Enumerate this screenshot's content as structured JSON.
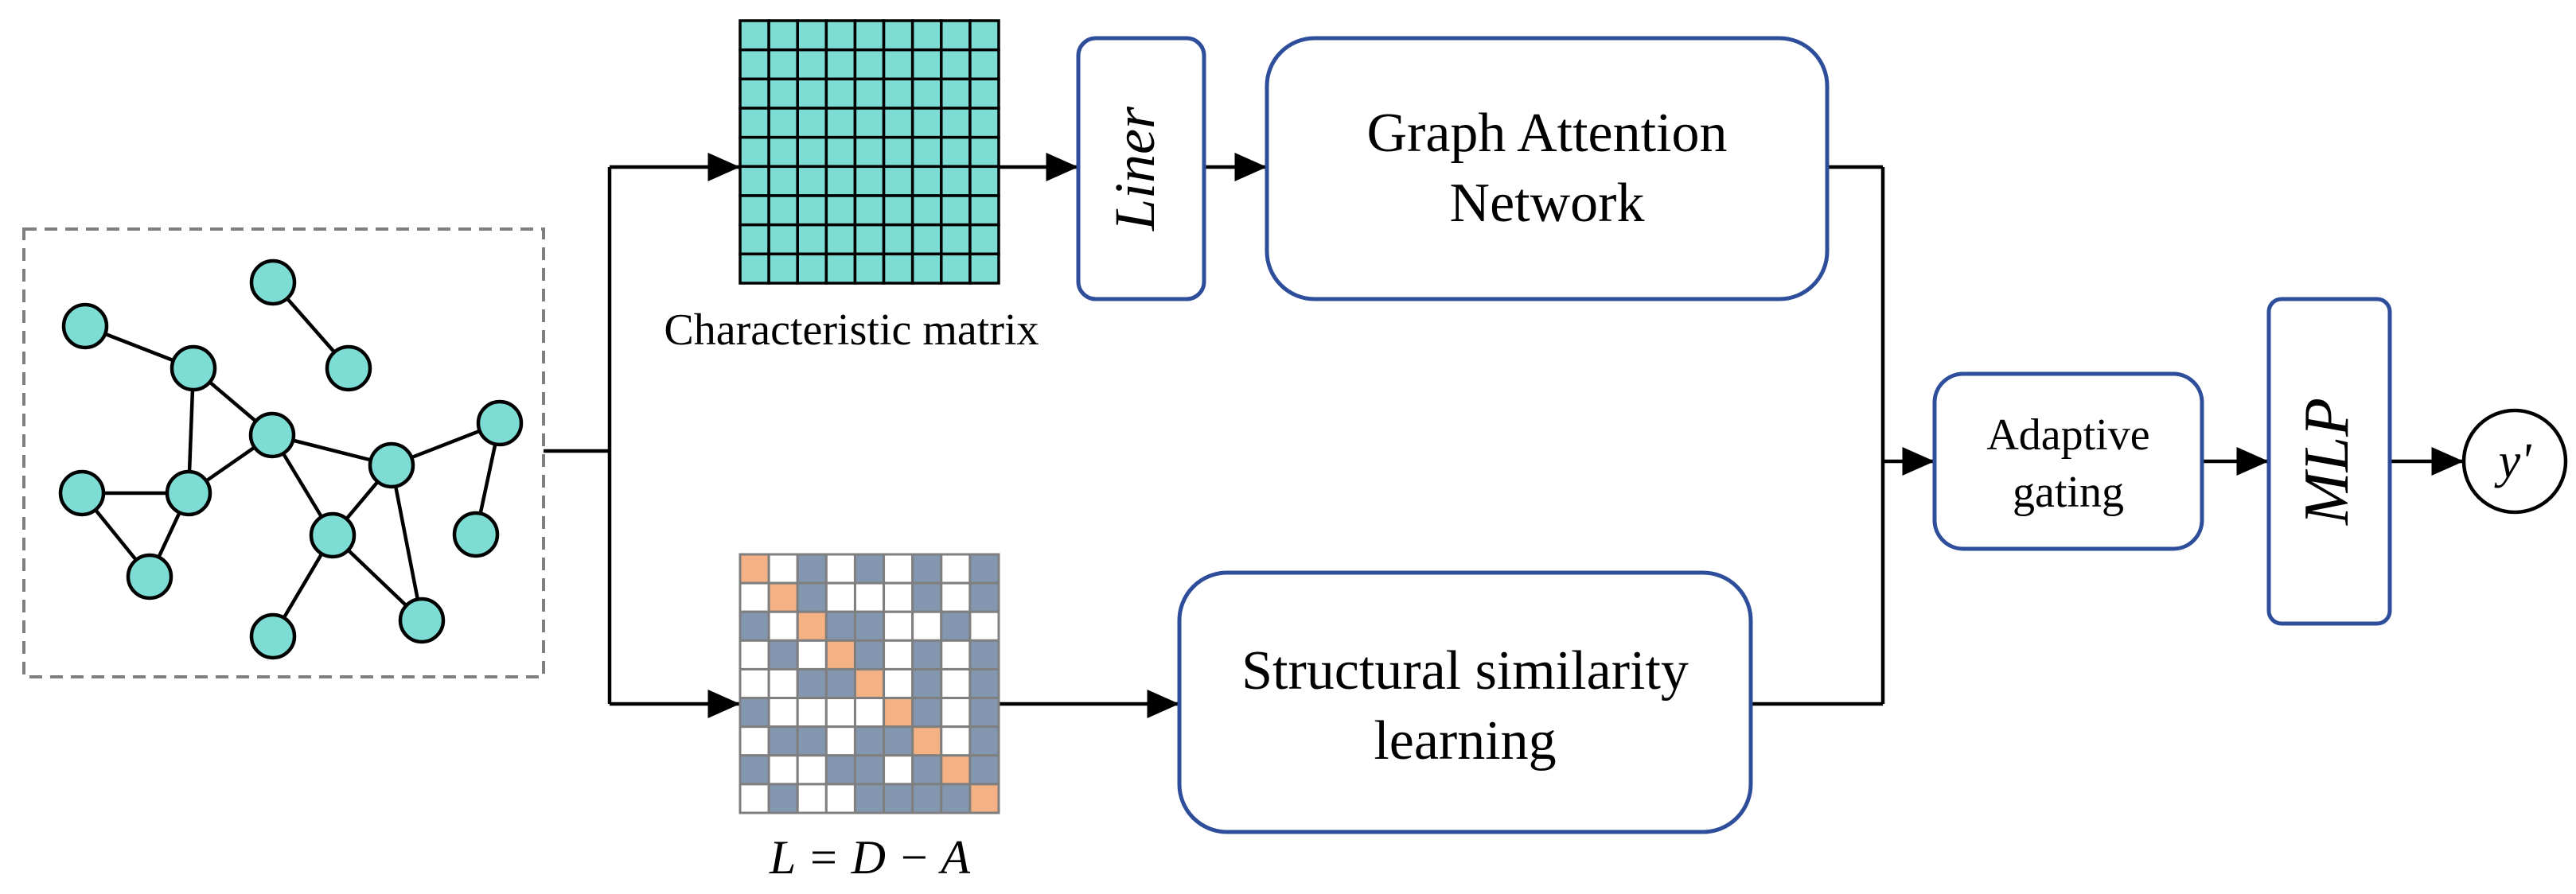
{
  "graph": {
    "nodes": [
      "n1",
      "n2",
      "n3",
      "n4",
      "n5",
      "n6",
      "n7",
      "n8",
      "n9",
      "n10",
      "n11",
      "n12",
      "n13",
      "n14",
      "n15"
    ]
  },
  "characteristic_matrix": {
    "label": "Characteristic matrix",
    "rows": 9,
    "cols": 9,
    "fill": "#7ddcd3"
  },
  "laplacian_matrix": {
    "label": "L = D − A",
    "colors": {
      "o": "#f4b183",
      "b": "#8497b0",
      "w": "#ffffff"
    },
    "pattern": [
      "owbwbwbwb",
      "wobwwwbwb",
      "bwobbwwbw",
      "wbwobwbwb",
      "wwbbowbwb",
      "bwwwwobwb",
      "wbbwbbowb",
      "bwwbbwbob",
      "wbwwbbbbo"
    ]
  },
  "blocks": {
    "liner": "Liner",
    "gat_line1": "Graph Attention",
    "gat_line2": "Network",
    "ssl_line1": "Structural similarity",
    "ssl_line2": "learning",
    "gate_line1": "Adaptive",
    "gate_line2": "gating",
    "mlp": "MLP",
    "output": "y'"
  },
  "colors": {
    "box_border": "#2e4e9b",
    "node_fill": "#7ddcd3",
    "dashed_border": "#7f7f7f"
  }
}
